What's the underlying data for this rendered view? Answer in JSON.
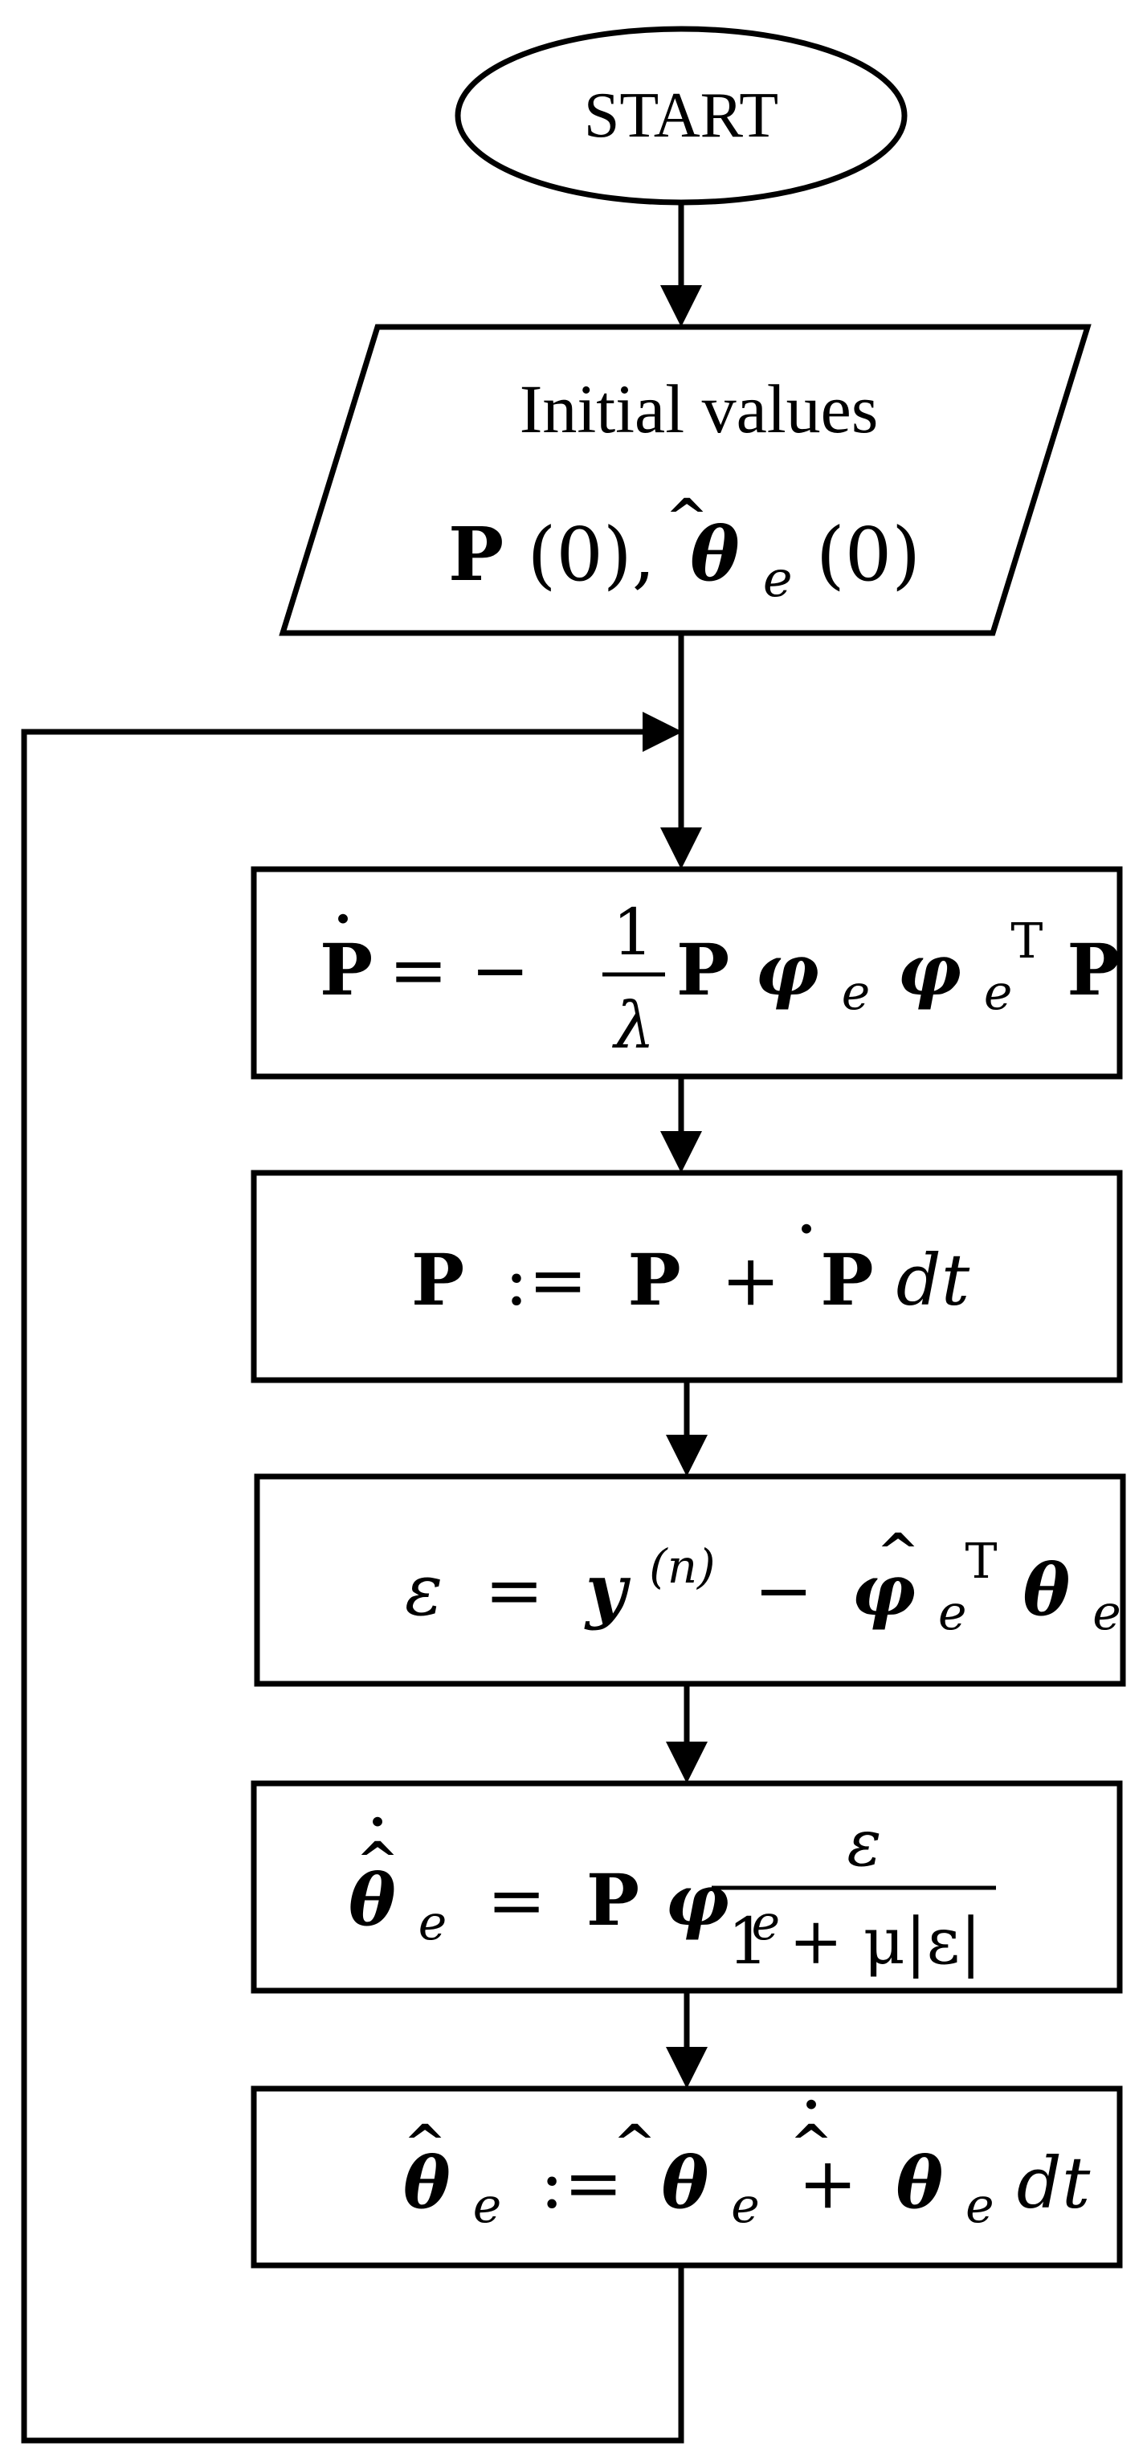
{
  "nodes": {
    "start": {
      "label": "START"
    },
    "init": {
      "label": "Initial values",
      "P": "P",
      "zero_a": "(0),",
      "theta": "θ",
      "hat": "^",
      "sub_e": "e",
      "zero_b": "(0)"
    },
    "step1": {
      "Pdot": "P",
      "dot": "·",
      "eq_minus": "= −",
      "num": "1",
      "den": "λ",
      "P": "P",
      "phi": "φ",
      "sub_e": "e",
      "phi2": "φ",
      "sub_e2": "e",
      "sup_T": "T",
      "P2": "P"
    },
    "step2": {
      "P": "P",
      "assign": ":=",
      "P2": "P",
      "plus": "+",
      "Pdot": "P",
      "dot": "·",
      "dt": "dt"
    },
    "step3": {
      "eps": "ε",
      "eq": "=",
      "y": "y",
      "sup_n": "(n)",
      "minus": "−",
      "phi": "φ",
      "sub_e": "e",
      "sup_T": "T",
      "theta": "θ",
      "hat": "^",
      "sub_e2": "e"
    },
    "step4": {
      "theta": "θ",
      "hat": "^",
      "dot": "·",
      "sub_e": "e",
      "eq": "=",
      "P": "P",
      "phi": "φ",
      "sub_e2": "e",
      "num": "ε",
      "den": "1 + μ|ε|"
    },
    "step5": {
      "theta": "θ",
      "hat": "^",
      "sub_e": "e",
      "assign": ":=",
      "theta2": "θ",
      "hat2": "^",
      "sub_e2": "e",
      "plus": "+",
      "theta3": "θ",
      "hat3": "^",
      "dot3": "·",
      "sub_e3": "e",
      "dt": "dt"
    }
  }
}
